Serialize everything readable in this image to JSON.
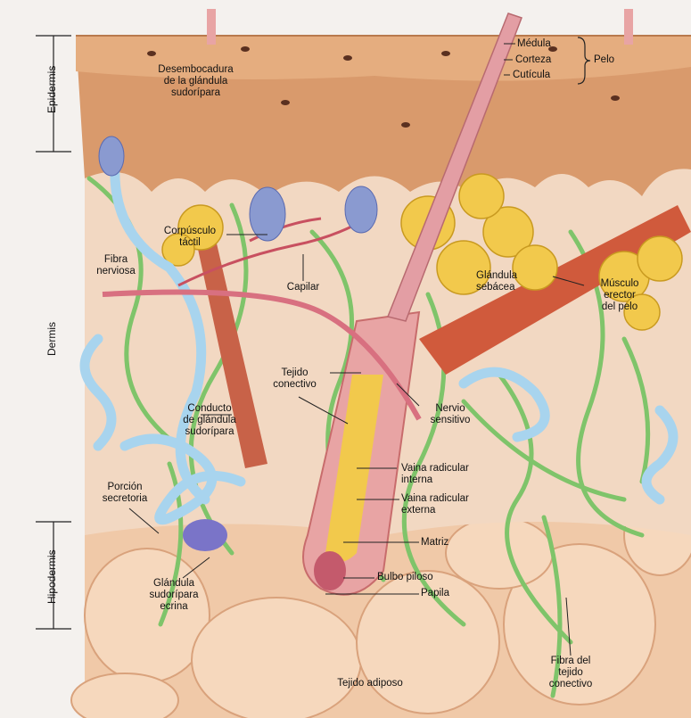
{
  "layers": {
    "epidermis": "Epidermis",
    "dermis": "Dermis",
    "hypodermis": "Hipodermis"
  },
  "hair_parts": {
    "medula": "Médula",
    "corteza": "Corteza",
    "cuticula": "Cutícula",
    "pelo": "Pelo"
  },
  "labels": {
    "desembocadura": "Desembocadura\nde la glándula\nsudorípara",
    "corpusculo": "Corpúsculo\ntáctil",
    "fibra_nerviosa": "Fibra\nnerviosa",
    "capilar": "Capilar",
    "glandula_sebacea": "Glándula\nsebácea",
    "musculo_erector": "Músculo\nerector\ndel pelo",
    "tejido_conectivo": "Tejido\nconectivo",
    "nervio_sensitivo": "Nervio\nsensitivo",
    "conducto": "Conducto\nde glándula\nsudorípara",
    "vaina_interna": "Vaina radicular\ninterna",
    "vaina_externa": "Vaina radicular\nexterna",
    "porcion_secretoria": "Porción\nsecretoria",
    "matriz": "Matriz",
    "bulbo": "Bulbo piloso",
    "papila": "Papila",
    "glandula_ecrina": "Glándula\nsudorípara\necrina",
    "fibra_tejido": "Fibra del\ntejido\nconectivo",
    "tejido_adiposo": "Tejido adiposo"
  },
  "colors": {
    "epidermis": "#d99a6c",
    "dermis": "#f2d8c2",
    "adipose": "#f0c9a8",
    "hair": "#e8a4a4",
    "gland_sebaceous": "#f2c94c",
    "sweat_gland": "#a8d4ee",
    "nerve_fiber": "#7fc46a",
    "muscle": "#d05a3c"
  }
}
